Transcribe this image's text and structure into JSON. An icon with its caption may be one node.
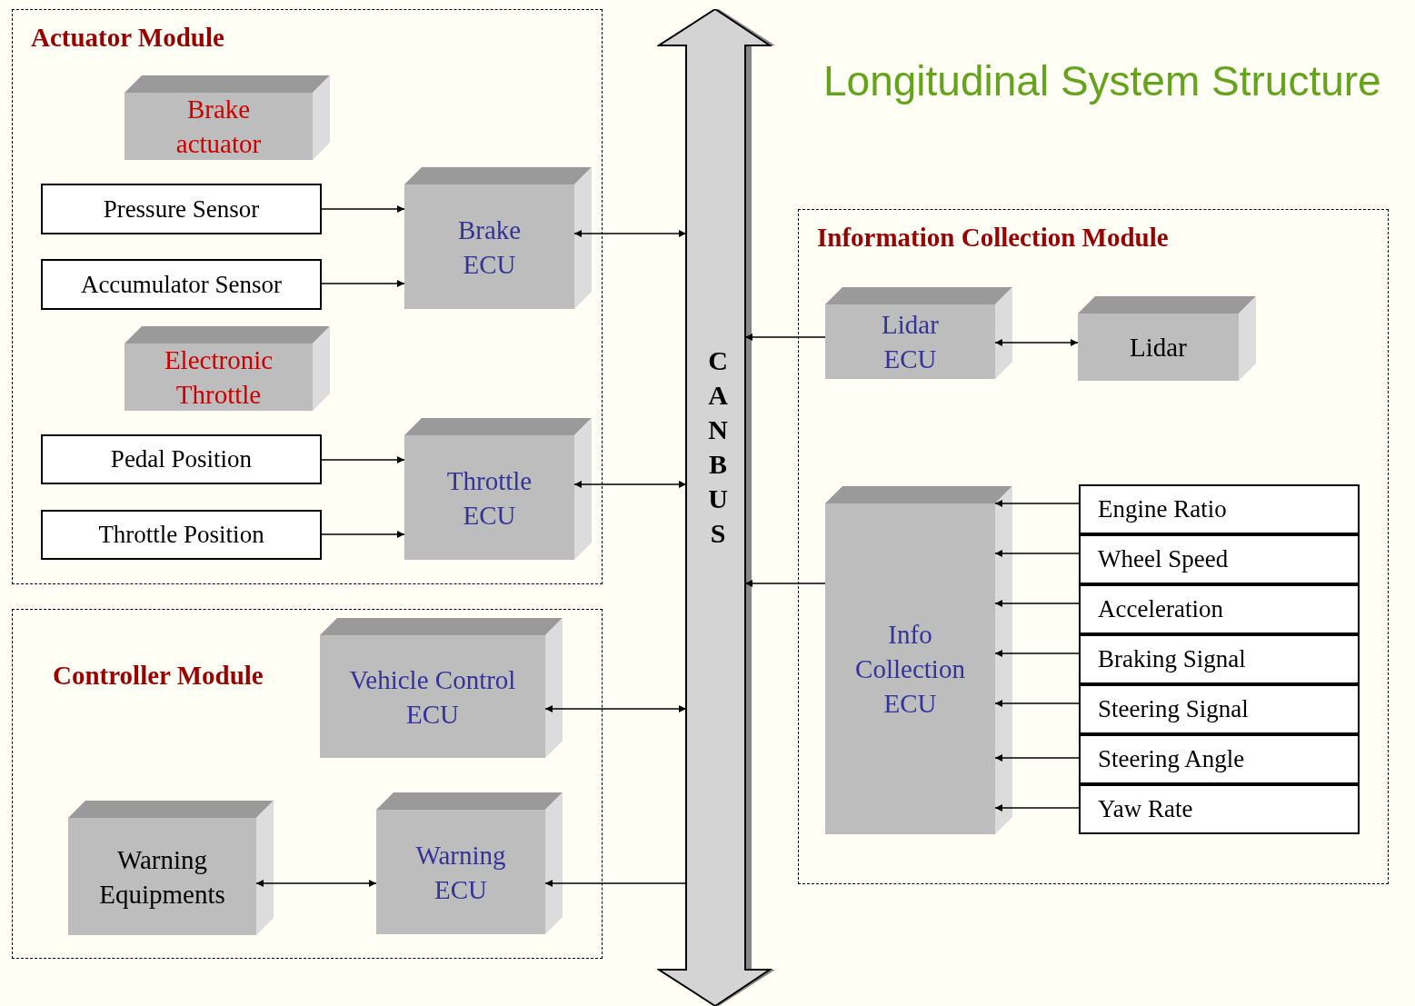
{
  "diagram": {
    "title": "Longitudinal System Structure",
    "nodes": [
      {
        "text": [
          "Actuator Module"
        ]
      },
      {
        "text": [
          "Brake actuator"
        ],
        "in": 0
      },
      {
        "text": [
          "Pressure Sensor"
        ],
        "in": 0
      },
      {
        "text": [
          "Accumulator Sensor"
        ],
        "in": 0
      },
      {
        "text": [
          "Brake ECU"
        ],
        "in": 0
      },
      {
        "text": [
          "Electronic Throttle"
        ],
        "in": 0
      },
      {
        "text": [
          "Pedal Position"
        ],
        "in": 0
      },
      {
        "text": [
          "Throttle Position"
        ],
        "in": 0
      },
      {
        "text": [
          "Throttle ECU"
        ],
        "in": 0
      },
      {
        "text": [
          "Controller Module"
        ]
      },
      {
        "text": [
          "Vehicle Control ECU"
        ],
        "in": 9
      },
      {
        "text": [
          "Warning Equipments"
        ],
        "in": 9
      },
      {
        "text": [
          "Warning ECU"
        ],
        "in": 9
      },
      {
        "text": [
          "CAN BUS"
        ]
      },
      {
        "text": [
          "Information Collection Module"
        ]
      },
      {
        "text": [
          "Lidar ECU"
        ],
        "in": 14
      },
      {
        "text": [
          "Lidar"
        ],
        "in": 14
      },
      {
        "text": [
          "Info Collection ECU"
        ],
        "in": 14
      },
      {
        "text": [
          "Engine Ratio"
        ],
        "in": 14
      },
      {
        "text": [
          "Wheel Speed"
        ],
        "in": 14
      },
      {
        "text": [
          "Acceleration"
        ],
        "in": 14
      },
      {
        "text": [
          "Braking Signal"
        ],
        "in": 14
      },
      {
        "text": [
          "Steering Signal"
        ],
        "in": 14
      },
      {
        "text": [
          "Steering Angle"
        ],
        "in": 14
      },
      {
        "text": [
          "Yaw Rate"
        ],
        "in": 14
      }
    ],
    "edges": [
      {
        "from": 2,
        "to": 4,
        "arrow": "to"
      },
      {
        "from": 3,
        "to": 4,
        "arrow": "to"
      },
      {
        "from": 6,
        "to": 8,
        "arrow": "to"
      },
      {
        "from": 7,
        "to": 8,
        "arrow": "to"
      },
      {
        "from": 4,
        "to": 13,
        "arrow": "both"
      },
      {
        "from": 8,
        "to": 13,
        "arrow": "both"
      },
      {
        "from": 10,
        "to": 13,
        "arrow": "both"
      },
      {
        "from": 13,
        "to": 12,
        "arrow": "to"
      },
      {
        "from": 11,
        "to": 12,
        "arrow": "both"
      },
      {
        "from": 15,
        "to": 13,
        "arrow": "to"
      },
      {
        "from": 15,
        "to": 16,
        "arrow": "both"
      },
      {
        "from": 17,
        "to": 13,
        "arrow": "to"
      },
      {
        "from": 18,
        "to": 17,
        "arrow": "to"
      },
      {
        "from": 19,
        "to": 17,
        "arrow": "to"
      },
      {
        "from": 20,
        "to": 17,
        "arrow": "to"
      },
      {
        "from": 21,
        "to": 17,
        "arrow": "to"
      },
      {
        "from": 22,
        "to": 17,
        "arrow": "to"
      },
      {
        "from": 23,
        "to": 17,
        "arrow": "to"
      },
      {
        "from": 24,
        "to": 17,
        "arrow": "to"
      }
    ]
  }
}
